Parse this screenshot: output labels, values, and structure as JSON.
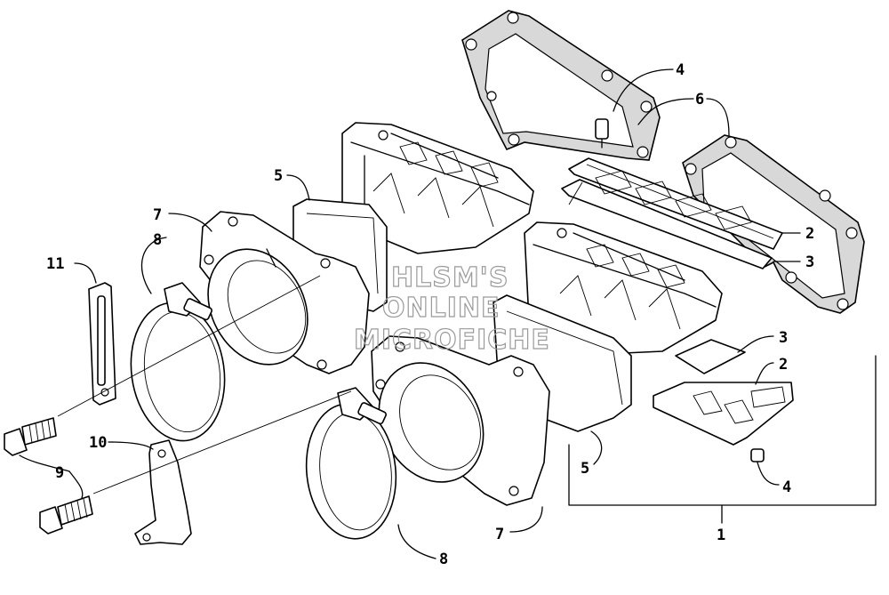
{
  "watermark": {
    "line1": "HLSM'S",
    "line2": "ONLINE",
    "line3": "MICROFICHE"
  },
  "callouts": [
    {
      "id": "c1",
      "text": "1"
    },
    {
      "id": "c2a",
      "text": "2"
    },
    {
      "id": "c2b",
      "text": "2"
    },
    {
      "id": "c3a",
      "text": "3"
    },
    {
      "id": "c3b",
      "text": "3"
    },
    {
      "id": "c4a",
      "text": "4"
    },
    {
      "id": "c4b",
      "text": "4"
    },
    {
      "id": "c5a",
      "text": "5"
    },
    {
      "id": "c5b",
      "text": "5"
    },
    {
      "id": "c6",
      "text": "6"
    },
    {
      "id": "c7a",
      "text": "7"
    },
    {
      "id": "c7b",
      "text": "7"
    },
    {
      "id": "c8a",
      "text": "8"
    },
    {
      "id": "c8b",
      "text": "8"
    },
    {
      "id": "c9",
      "text": "9"
    },
    {
      "id": "c10",
      "text": "10"
    },
    {
      "id": "c11",
      "text": "11"
    }
  ]
}
